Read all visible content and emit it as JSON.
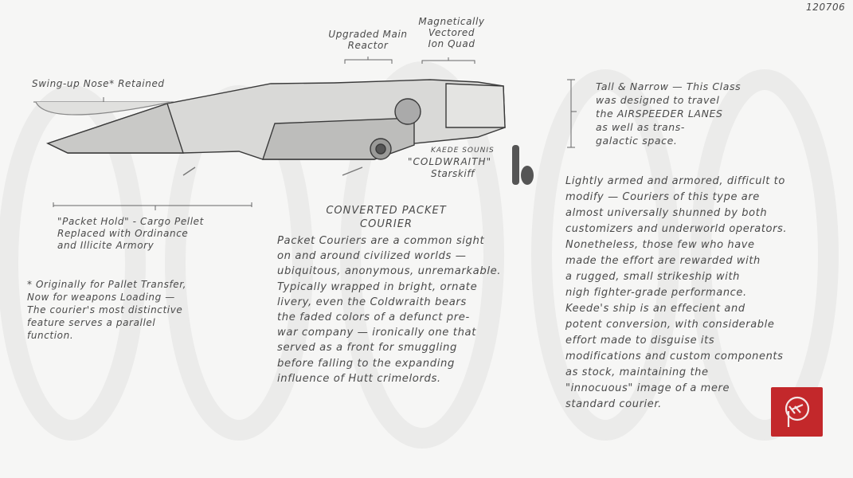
{
  "date": "120706",
  "callouts": {
    "reactor": [
      "Upgraded Main",
      "Reactor"
    ],
    "ion_quad": [
      "Magnetically",
      "Vectored",
      "Ion Quad"
    ],
    "nose": "Swing-up Nose* Retained",
    "pilot": "KAEDE SOUNIS",
    "ship_name": "\"COLDWRAITH\"",
    "ship_class": "Starskiff",
    "tall_narrow": [
      "Tall & Narrow — This Class",
      "was designed to travel",
      "the AIRSPEEDER LANES",
      "as well as trans-",
      "galactic space."
    ],
    "packet_hold": [
      "\"Packet Hold\" - Cargo Pellet",
      "Replaced with Ordinance",
      "and Illicite Armory"
    ],
    "footnote": [
      "* Originally for Pallet Transfer,",
      "Now for weapons Loading —",
      "The courier's most distinctive",
      "feature serves a parallel",
      "function."
    ]
  },
  "title": [
    "CONVERTED PACKET",
    "COURIER"
  ],
  "center_text": [
    "Packet Couriers are a common sight",
    "on and around civilized worlds —",
    "ubiquitous, anonymous, unremarkable.",
    "Typically wrapped in bright, ornate",
    "livery, even the Coldwraith bears",
    "the faded colors of a defunct pre-",
    "war company — ironically one that",
    "served as a front for smuggling",
    "before falling to the expanding",
    "influence of Hutt crimelords."
  ],
  "right_text": [
    "Lightly armed and armored, difficult to",
    "modify — Couriers of this type are",
    "almost universally shunned by both",
    "customizers and underworld operators.",
    "Nonetheless, those few who have",
    "made the effort are rewarded with",
    "a rugged, small strikeship with",
    "nigh fighter-grade performance.",
    "Keede's ship is an effecient and",
    "potent conversion, with considerable",
    "effort made to disguise its",
    "modifications and custom components",
    "as stock, maintaining the",
    "\"innocuous\" image of a mere",
    "standard courier."
  ],
  "colors": {
    "paper": "#f6f6f5",
    "pencil": "#4a4a4a",
    "seal": "#c3282b"
  }
}
